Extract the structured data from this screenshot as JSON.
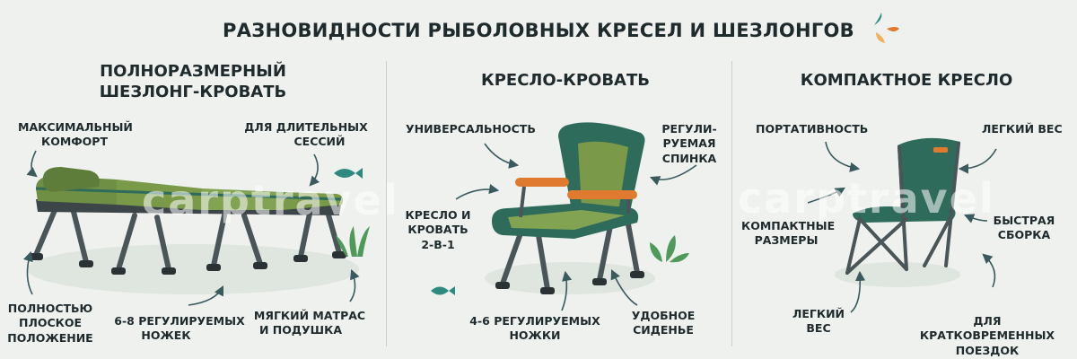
{
  "title": "РАЗНОВИДНОСТИ РЫБОЛОВНЫХ КРЕСЕЛ И ШЕЗЛОНГОВ",
  "watermark": "carptravel",
  "colors": {
    "frame": "#4a5558",
    "green": "#7a9a4a",
    "dark_green": "#2f6b5a",
    "orange": "#e07a2e",
    "teal": "#2e8a7e"
  },
  "sections": [
    {
      "title_lines": [
        "ПОЛНОРАЗМЕРНЫЙ",
        "ШЕЗЛОНГ-КРОВАТЬ"
      ],
      "labels": {
        "max_comfort": [
          "МАКСИМАЛЬНЫЙ",
          "КОМФОРТ"
        ],
        "long_sessions": [
          "ДЛЯ ДЛИТЕЛЬНЫХ",
          "СЕССИЙ"
        ],
        "flat": [
          "ПОЛНОСТЬЮ",
          "ПЛОСКОЕ",
          "ПОЛОЖЕНИЕ"
        ],
        "legs": [
          "6-8 РЕГУЛИРУЕМЫХ",
          "НОЖЕК"
        ],
        "mattress": [
          "МЯГКИЙ МАТРАС",
          "И ПОДУШКА"
        ]
      }
    },
    {
      "title_lines": [
        "КРЕСЛО-КРОВАТЬ"
      ],
      "labels": {
        "universal": [
          "УНИВЕРСАЛЬНОСТЬ"
        ],
        "backrest": [
          "РЕГУЛИ-",
          "РУЕМАЯ",
          "СПИНКА"
        ],
        "two_in_one": [
          "КРЕСЛО И",
          "КРОВАТЬ",
          "2-В-1"
        ],
        "legs": [
          "4-6 РЕГУЛИРУЕМЫХ",
          "НОЖКИ"
        ],
        "seat": [
          "УДОБНОЕ",
          "СИДЕНЬЕ"
        ]
      }
    },
    {
      "title_lines": [
        "КОМПАКТНОЕ КРЕСЛО"
      ],
      "labels": {
        "portable": [
          "ПОРТАТИВНОСТЬ"
        ],
        "light_top": [
          "ЛЕГКИЙ ВЕС"
        ],
        "compact": [
          "КОМПАКТНЫЕ",
          "РАЗМЕРЫ"
        ],
        "assembly": [
          "БЫСТРАЯ",
          "СБОРКА"
        ],
        "light_bottom": [
          "ЛЕГКИЙ",
          "ВЕС"
        ],
        "short_trips": [
          "ДЛЯ КРАТКОВРЕМЕННЫХ",
          "ПОЕЗДОК"
        ]
      }
    }
  ]
}
